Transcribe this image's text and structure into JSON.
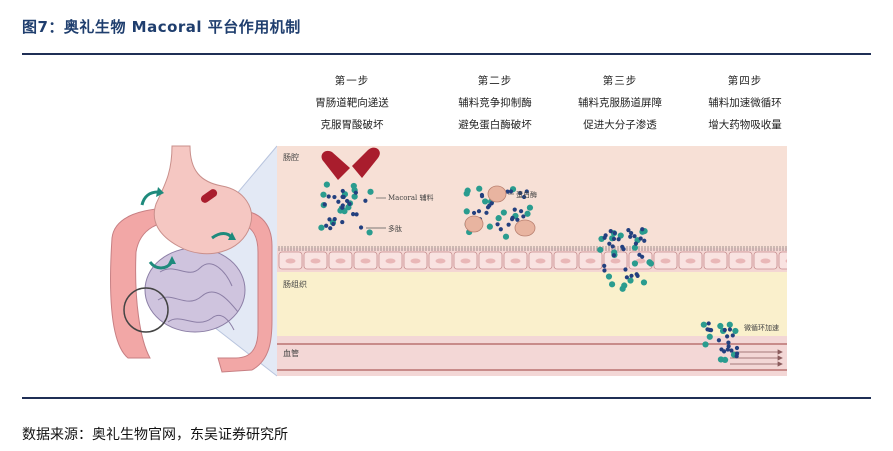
{
  "figure": {
    "title": "图7：奥礼生物 Macoral 平台作用机制",
    "source": "数据来源：奥礼生物官网，东吴证券研究所"
  },
  "steps": [
    {
      "title": "第一步",
      "line1": "胃肠道靶向递送",
      "line2": "克服胃酸破坏"
    },
    {
      "title": "第二步",
      "line1": "辅料竞争抑制酶",
      "line2": "避免蛋白酶破坏"
    },
    {
      "title": "第三步",
      "line1": "辅料克服肠道屏障",
      "line2": "促进大分子渗透"
    },
    {
      "title": "第四步",
      "line1": "辅料加速微循环",
      "line2": "增大药物吸收量"
    }
  ],
  "layers": {
    "lumen": "肠腔",
    "tissue": "肠组织",
    "vessel": "血管"
  },
  "annotations": {
    "excipient": "Macoral 辅料",
    "peptide": "多肽",
    "protease": "蛋白酶",
    "microcirculation": "微循环加速"
  },
  "colors": {
    "title": "#1f3e6e",
    "rule": "#1f2f55",
    "lumen": "#f7e0d6",
    "tissue": "#faf0cc",
    "vessel": "#f3d7d6",
    "excipient_bead": "#2a9c8f",
    "peptide_bead": "#23407f",
    "capsule": "#a91d2d",
    "intestine": "#f2a7a6",
    "stomach": "#f5c7c2"
  }
}
